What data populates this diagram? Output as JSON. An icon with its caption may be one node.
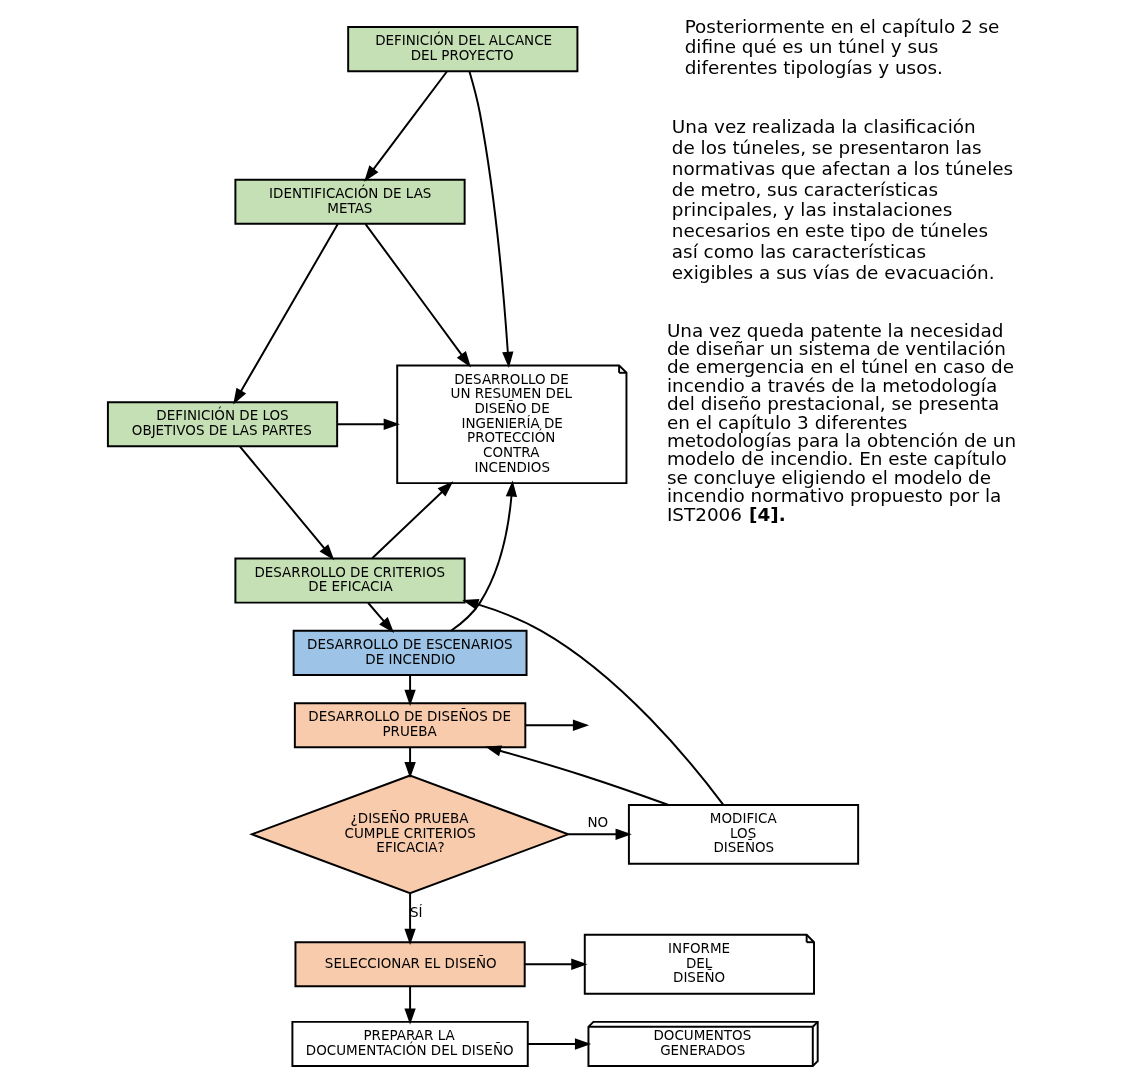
{
  "diagram": {
    "nodes": [
      {
        "text": [
          "DEFINICIÓN DEL ALCANCE DEL PROYECTO"
        ]
      },
      {
        "text": [
          "IDENTIFICACIÓN DE LAS METAS"
        ]
      },
      {
        "text": [
          "DEFINICIÓN DE LOS OBJETIVOS DE LAS PARTES"
        ]
      },
      {
        "text": [
          "DESARROLLO DE CRITERIOS DE EFICACIA"
        ]
      },
      {
        "text": [
          "DESARROLLO DE ESCENARIOS DE INCENDIO"
        ]
      },
      {
        "text": [
          "DESARROLLO DE DISEÑOS DE PRUEBA"
        ]
      },
      {
        "text": [
          "¿DISEÑO PRUEBA CUMPLE CRITERIOS EFICACIA?"
        ]
      },
      {
        "text": [
          "MODIFICA LOS DISEÑOS"
        ]
      },
      {
        "text": [
          "DESARROLLO DE UN RESUMEN DEL DISEÑO DE INGENIERÍA DE PROTECCIÓN CONTRA INCENDIOS"
        ]
      },
      {
        "text": [
          "SELECCIONAR EL DISEÑO"
        ]
      },
      {
        "text": [
          "INFORME DEL DISEÑO"
        ]
      },
      {
        "text": [
          "PREPARAR LA DOCUMENTACIÓN DEL DISEÑO"
        ]
      },
      {
        "text": [
          "DOCUMENTOS GENERADOS"
        ]
      }
    ],
    "edges": [
      {
        "from": 0,
        "to": 1,
        "arrow": "to"
      },
      {
        "from": 1,
        "to": 2,
        "arrow": "to"
      },
      {
        "from": 2,
        "to": 3,
        "arrow": "to"
      },
      {
        "from": 3,
        "to": 4,
        "arrow": "to"
      },
      {
        "from": 4,
        "to": 5,
        "arrow": "to"
      },
      {
        "from": 5,
        "to": 6,
        "arrow": "to"
      },
      {
        "from": 6,
        "to": 7,
        "arrow": "to",
        "label": "NO"
      },
      {
        "from": 6,
        "to": 9,
        "arrow": "to",
        "label": "SÍ"
      },
      {
        "from": 7,
        "to": 3,
        "arrow": "to"
      },
      {
        "from": 7,
        "to": 5,
        "arrow": "to"
      },
      {
        "from": 0,
        "to": 8,
        "arrow": "to"
      },
      {
        "from": 1,
        "to": 8,
        "arrow": "to"
      },
      {
        "from": 2,
        "to": 8,
        "arrow": "to"
      },
      {
        "from": 3,
        "to": 8,
        "arrow": "to"
      },
      {
        "from": 4,
        "to": 8,
        "arrow": "to"
      },
      {
        "from": 5,
        "to": null,
        "arrow": "to"
      },
      {
        "from": 9,
        "to": 10,
        "arrow": "to"
      },
      {
        "from": 9,
        "to": 11,
        "arrow": "to"
      },
      {
        "from": 11,
        "to": 12,
        "arrow": "to"
      }
    ],
    "labels": [
      "Posteriormente en el capítulo 2 se difine qué es un túnel y sus diferentes tipologías y usos.",
      "Una vez realizada la clasificación de los túneles, se presentaron las normativas que afectan a los túneles de metro, sus características principales, y las instalaciones necesarios en este tipo de túneles así como las características exigibles a sus vías de evacuación.",
      "Una vez queda patente la necesidad de diseñar un sistema de ventilación de emergencia en el túnel en caso de incendio a través de la metodología del diseño prestacional, se presenta en el capítulo 3 diferentes metodologías para la obtención de un modelo de incendio. En este capítulo se concluye eligiendo el modelo de incendio normativo propuesto por la IST2006 **[4].**"
    ]
  }
}
